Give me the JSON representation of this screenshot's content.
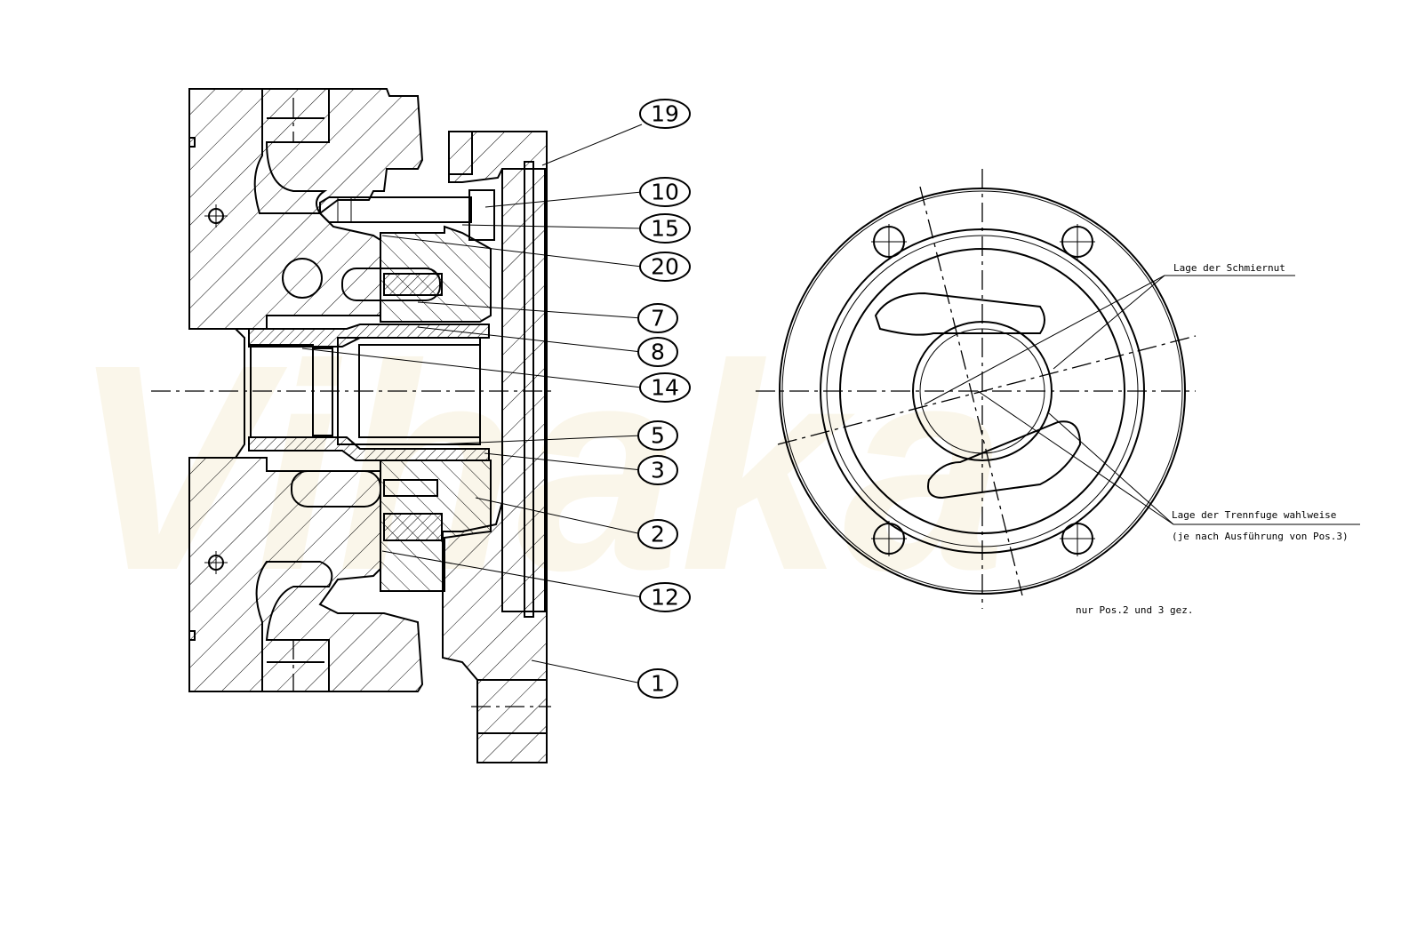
{
  "watermark": "Vihaka",
  "balloons": [
    "19",
    "10",
    "15",
    "20",
    "7",
    "8",
    "14",
    "5",
    "3",
    "2",
    "12",
    "1"
  ],
  "notes": {
    "schmiernut": "Lage der Schmiernut",
    "trennfuge": "Lage der Trennfuge wahlweise",
    "trennfuge_sub": "(je nach Ausführung von Pos.3)",
    "footer": "nur Pos.2 und 3 gez."
  }
}
